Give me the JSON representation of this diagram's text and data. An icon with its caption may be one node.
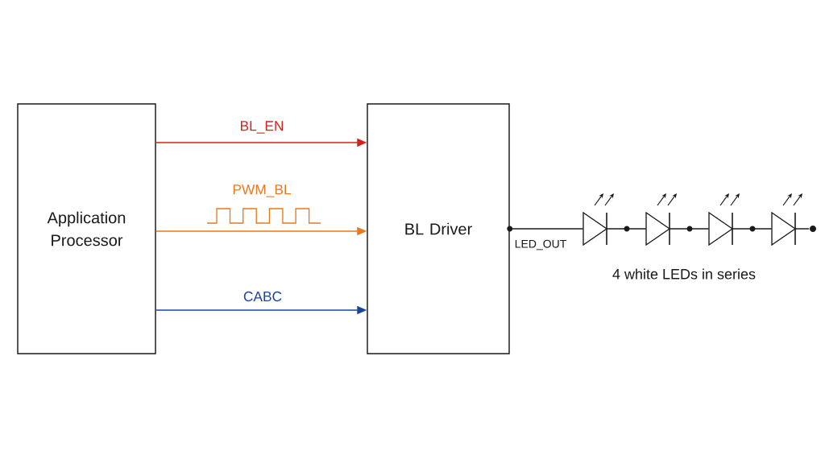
{
  "diagram": {
    "nodes": [
      {
        "text": [
          "Application Processor"
        ]
      },
      {
        "text": [
          "BL Driver"
        ]
      },
      {
        "text": [],
        "shape": "led"
      },
      {
        "text": [],
        "shape": "led"
      },
      {
        "text": [],
        "shape": "led"
      },
      {
        "text": [],
        "shape": "led"
      },
      {
        "text": [],
        "shape": "circle"
      }
    ],
    "edges": [
      {
        "from": 0,
        "to": 1,
        "arrow": "to",
        "label": "BL_EN",
        "color": "#d91e1e"
      },
      {
        "from": 0,
        "to": 1,
        "arrow": "to",
        "label": "PWM_BL",
        "color": "#e8791f"
      },
      {
        "from": 0,
        "to": 1,
        "arrow": "to",
        "label": "CABC",
        "color": "#1b44a0"
      },
      {
        "from": 1,
        "to": 2,
        "arrow": "none",
        "label": "LED_OUT"
      },
      {
        "from": 2,
        "to": 3,
        "arrow": "none"
      },
      {
        "from": 3,
        "to": 4,
        "arrow": "none"
      },
      {
        "from": 4,
        "to": 5,
        "arrow": "none"
      },
      {
        "from": 5,
        "to": 6,
        "arrow": "none"
      }
    ],
    "labels": [
      "4 white LEDs in series"
    ]
  }
}
